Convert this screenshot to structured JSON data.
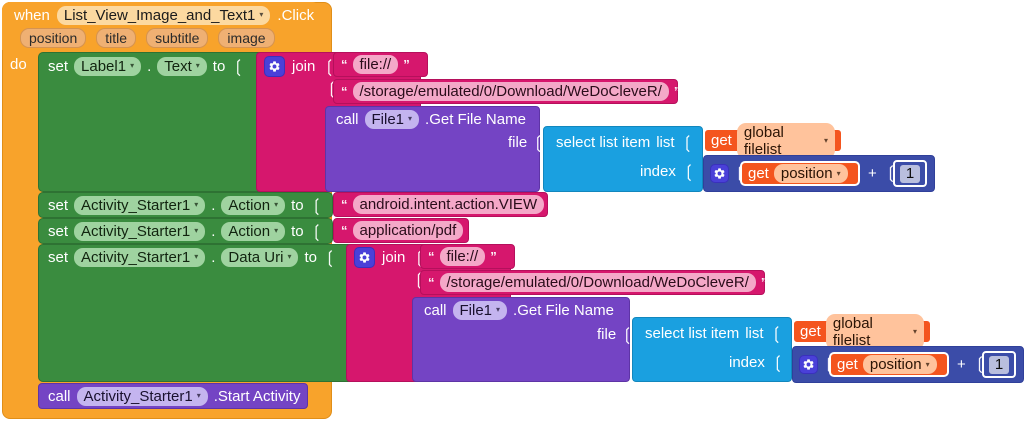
{
  "app": "MIT App Inventor Blocks Editor",
  "event": {
    "when_label": "when",
    "component": "List_View_Image_and_Text1",
    "method": ".Click",
    "do_label": "do",
    "params": [
      "position",
      "title",
      "subtitle",
      "image"
    ]
  },
  "strings": {
    "file_scheme": "file://",
    "download_path": "/storage/emulated/0/Download/WeDoCleveR/",
    "intent_action": "android.intent.action.VIEW",
    "mime_type": "application/pdf"
  },
  "labels": {
    "set": "set",
    "call": "call",
    "to": "to",
    "join": "join",
    "get": "get",
    "plus": "+",
    "file_socket": "file",
    "list_socket": "list",
    "index_socket": "index",
    "select_list_item": "select list item",
    "get_file_name": ".Get File Name",
    "start_activity": ".Start Activity"
  },
  "components": {
    "label1": "Label1",
    "label1_prop": "Text",
    "activity_starter": "Activity_Starter1",
    "prop_action": "Action",
    "prop_data_uri": "Data Uri",
    "file1": "File1"
  },
  "variables": {
    "global_filelist": "global filelist",
    "position": "position"
  },
  "numbers": {
    "one": "1"
  },
  "icons": {
    "gear": "gear-icon",
    "caret": "▾"
  },
  "colors": {
    "event_orange": "#f8a32b",
    "setter_green": "#3a8c3f",
    "text_magenta": "#d6176d",
    "call_purple": "#7444c4",
    "list_blue": "#1aa0e0",
    "math_darkblue": "#3b4ca8",
    "getter_orange": "#f4551e"
  }
}
